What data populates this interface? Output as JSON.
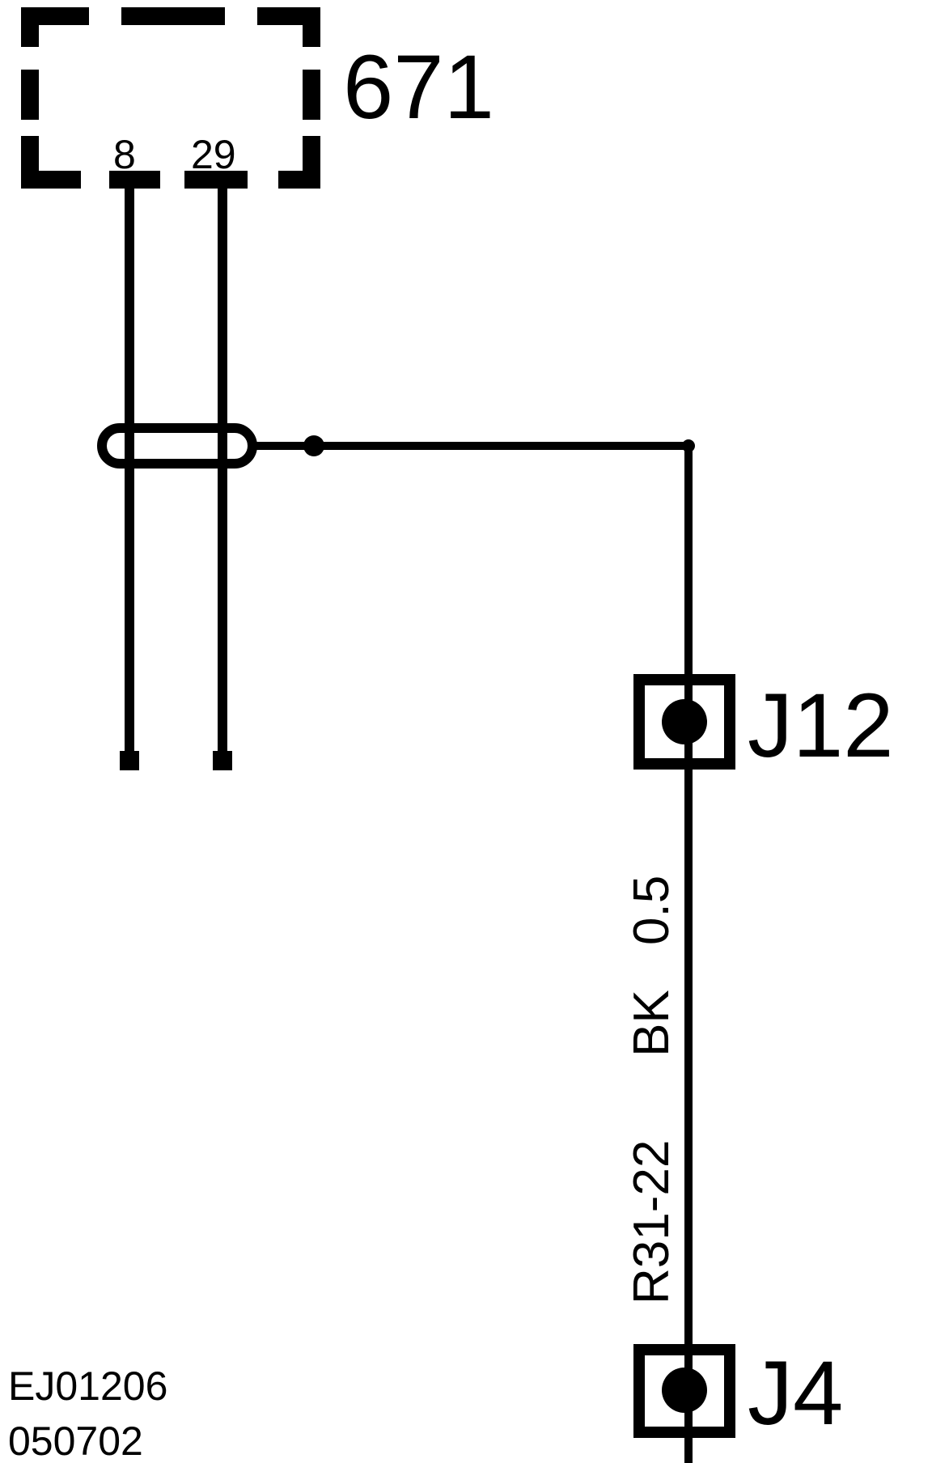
{
  "diagram": {
    "component": {
      "id": "671",
      "pins": [
        "8",
        "29"
      ]
    },
    "connectors": [
      {
        "id": "J12"
      },
      {
        "id": "J4"
      }
    ],
    "wire": {
      "circuit": "R31-22",
      "color": "BK",
      "gauge": "0.5"
    },
    "reference": {
      "code": "EJ01206",
      "date": "050702"
    }
  }
}
